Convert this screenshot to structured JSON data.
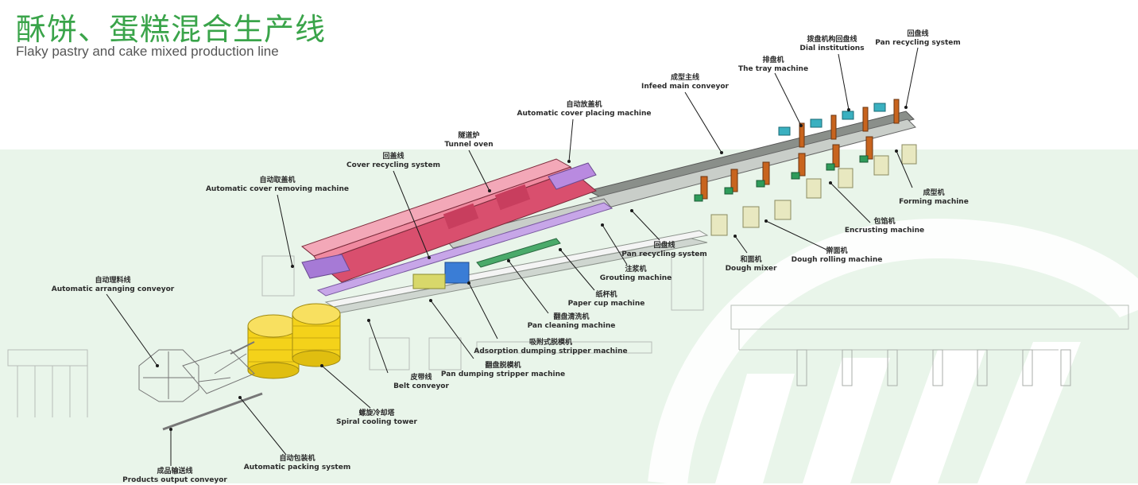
{
  "title": {
    "cn": "酥饼、蛋糕混合生产线",
    "en": "Flaky pastry and cake mixed production line"
  },
  "colors": {
    "title_green": "#3aa44a",
    "background_band": "#e9f5ea",
    "oven_pink": "#e8708a",
    "cooling_tower_yellow": "#f4d21a",
    "machine_orange": "#c8641e",
    "machine_green": "#2e9b5a"
  },
  "labels": [
    {
      "id": "dial-institutions",
      "cn": "拨盘机构回盘线",
      "en": "Dial institutions"
    },
    {
      "id": "pan-recycling-top",
      "cn": "回盘线",
      "en": "Pan recycling system"
    },
    {
      "id": "tray-machine",
      "cn": "排盘机",
      "en": "The tray machine"
    },
    {
      "id": "infeed-main-conveyor",
      "cn": "成型主线",
      "en": "Infeed main conveyor"
    },
    {
      "id": "auto-cover-placing",
      "cn": "自动放盖机",
      "en": "Automatic cover placing machine"
    },
    {
      "id": "tunnel-oven",
      "cn": "隧道炉",
      "en": "Tunnel oven"
    },
    {
      "id": "cover-recycling",
      "cn": "回盖线",
      "en": "Cover recycling system"
    },
    {
      "id": "auto-cover-removing",
      "cn": "自动取盖机",
      "en": "Automatic cover removing machine"
    },
    {
      "id": "forming-machine",
      "cn": "成型机",
      "en": "Forming machine"
    },
    {
      "id": "encrusting-machine",
      "cn": "包馅机",
      "en": "Encrusting machine"
    },
    {
      "id": "pan-recycling-mid",
      "cn": "回盘线",
      "en": "Pan recycling system"
    },
    {
      "id": "dough-rolling",
      "cn": "擀面机",
      "en": "Dough rolling machine"
    },
    {
      "id": "dough-mixer",
      "cn": "和面机",
      "en": "Dough mixer"
    },
    {
      "id": "grouting-machine",
      "cn": "注浆机",
      "en": "Grouting machine"
    },
    {
      "id": "auto-arranging-conveyor",
      "cn": "自动理料线",
      "en": "Automatic arranging conveyor"
    },
    {
      "id": "paper-cup-machine",
      "cn": "纸杯机",
      "en": "Paper cup machine"
    },
    {
      "id": "pan-cleaning",
      "cn": "翻盘清洗机",
      "en": "Pan cleaning machine"
    },
    {
      "id": "adsorption-stripper",
      "cn": "吸附式脱模机",
      "en": "Adsorption dumping stripper machine"
    },
    {
      "id": "pan-dumping-stripper",
      "cn": "翻盘脱模机",
      "en": "Pan dumping stripper machine"
    },
    {
      "id": "belt-conveyor",
      "cn": "皮带线",
      "en": "Belt conveyor"
    },
    {
      "id": "spiral-cooling-tower",
      "cn": "螺旋冷却塔",
      "en": "Spiral cooling tower"
    },
    {
      "id": "auto-packing",
      "cn": "自动包装机",
      "en": "Automatic packing system"
    },
    {
      "id": "products-output",
      "cn": "成品输送线",
      "en": "Products output conveyor"
    }
  ]
}
